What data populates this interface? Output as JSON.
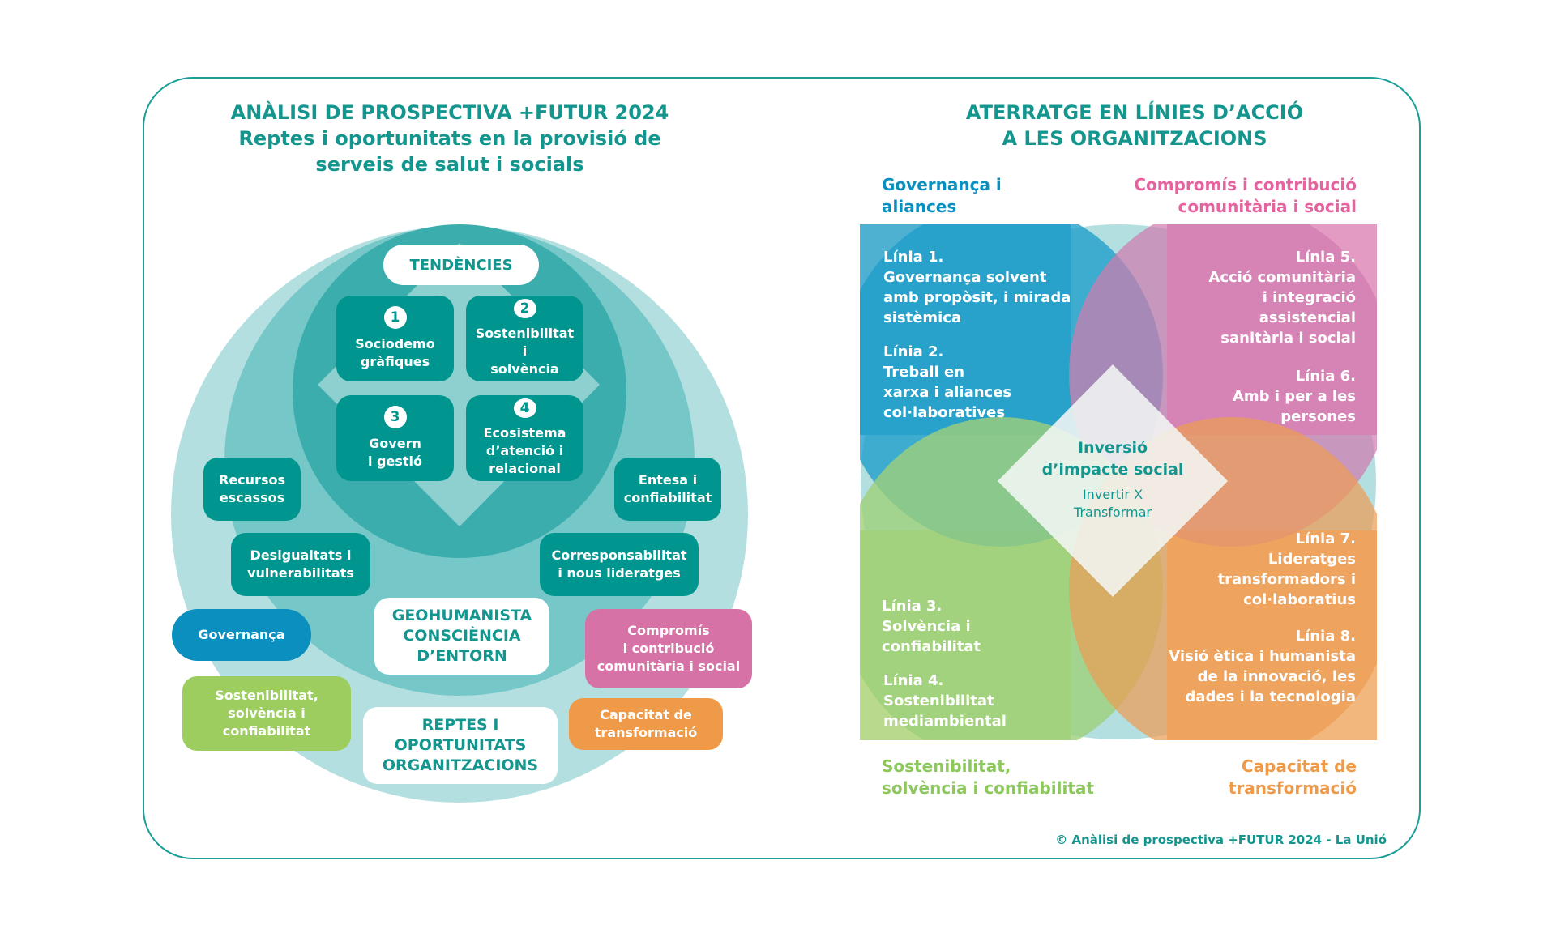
{
  "left_panel": {
    "title_line1": "ANÀLISI DE PROSPECTIVA +FUTUR 2024",
    "title_line2": "Reptes i oportunitats en la provisió de",
    "title_line3": "serveis de salut i socials",
    "tendencies_label": "TENDÈNCIES",
    "trends": [
      {
        "number": "1",
        "label_line1": "Sociodemo",
        "label_line2": "gràfiques"
      },
      {
        "number": "2",
        "label_line1": "Sostenibilitat i",
        "label_line2": "solvència"
      },
      {
        "number": "3",
        "label_line1": "Govern",
        "label_line2": "i gestió"
      },
      {
        "number": "4",
        "label_line1": "Ecosistema",
        "label_line2": "d’atenció i",
        "label_line3": "relacional"
      }
    ],
    "geohumanista": {
      "line1": "GEOHUMANISTA",
      "line2": "CONSCIÈNCIA",
      "line3": "D’ENTORN"
    },
    "geo_items": [
      {
        "line1": "Recursos",
        "line2": "escassos"
      },
      {
        "line1": "Entesa i",
        "line2": "confiabilitat"
      },
      {
        "line1": "Desigualtats i",
        "line2": "vulnerabilitats"
      },
      {
        "line1": "Corresponsabilitat",
        "line2": "i nous lideratges"
      }
    ],
    "reptes": {
      "line1": "REPTES I",
      "line2": "OPORTUNITATS",
      "line3": "ORGANITZACIONS"
    },
    "reptes_items": [
      {
        "line1": "Governança",
        "color": "#0a8fbf"
      },
      {
        "line1": "Compromís",
        "line2": "i contribució",
        "line3": "comunitària i social",
        "color": "#d672a6"
      },
      {
        "line1": "Sostenibilitat,",
        "line2": "solvència i",
        "line3": "confiabilitat",
        "color": "#9ccd5e"
      },
      {
        "line1": "Capacitat de",
        "line2": "transformació",
        "color": "#ee9a48"
      }
    ],
    "colors": {
      "outer_circle": "#b3dfe0",
      "mid_circle": "#76c8c8",
      "inner_circle": "#3cadad",
      "arrow": "#8ed0cf"
    }
  },
  "right_panel": {
    "title_line1": "ATERRATGE EN LÍNIES D’ACCIÓ",
    "title_line2": "A LES ORGANITZACIONS",
    "quadrants": {
      "top_left": {
        "heading_line1": "Governança i",
        "heading_line2": "aliances",
        "color": "#1e9dc9"
      },
      "top_right": {
        "heading_line1": "Compromís i contribució",
        "heading_line2": "comunitària i social",
        "color": "#e373a8"
      },
      "bottom_left": {
        "heading_line1": "Sostenibilitat,",
        "heading_line2": "solvència i confiabilitat",
        "color": "#8cc85c"
      },
      "bottom_right": {
        "heading_line1": "Capacitat de",
        "heading_line2": "transformació",
        "color": "#ee9a48"
      }
    },
    "lines": [
      {
        "title": "Línia 1.",
        "text_lines": [
          "Governança solvent",
          "amb propòsit, i mirada",
          "sistèmica"
        ]
      },
      {
        "title": "Línia 2.",
        "text_lines": [
          "Treball en",
          "xarxa i aliances",
          "col·laboratives"
        ]
      },
      {
        "title": "Línia 3.",
        "text_lines": [
          "Solvència i",
          "confiabilitat"
        ]
      },
      {
        "title": "Línia 4.",
        "text_lines": [
          "Sostenibilitat",
          "mediambiental"
        ]
      },
      {
        "title": "Línia 5.",
        "text_lines": [
          "Acció comunitària",
          "i integració",
          "assistencial",
          "sanitària i social"
        ]
      },
      {
        "title": "Línia 6.",
        "text_lines": [
          "Amb i per a les",
          "persones"
        ]
      },
      {
        "title": "Línia 7.",
        "text_lines": [
          "Lideratges",
          "transformadors i",
          "col·laboratius"
        ]
      },
      {
        "title": "Línia 8.",
        "text_lines": [
          "Visió ètica i humanista",
          "de la innovació, les",
          "dades i la tecnologia"
        ]
      }
    ],
    "center": {
      "title_line1": "Inversió",
      "title_line2": "d’impacte social",
      "sub_line1": "Invertir X",
      "sub_line2": "Transformar"
    }
  },
  "footer": {
    "copyright": "© Anàlisi de prospectiva +FUTUR 2024 - La Unió"
  },
  "colors": {
    "brand_teal": "#14968f",
    "frame": "#1a9e98"
  }
}
